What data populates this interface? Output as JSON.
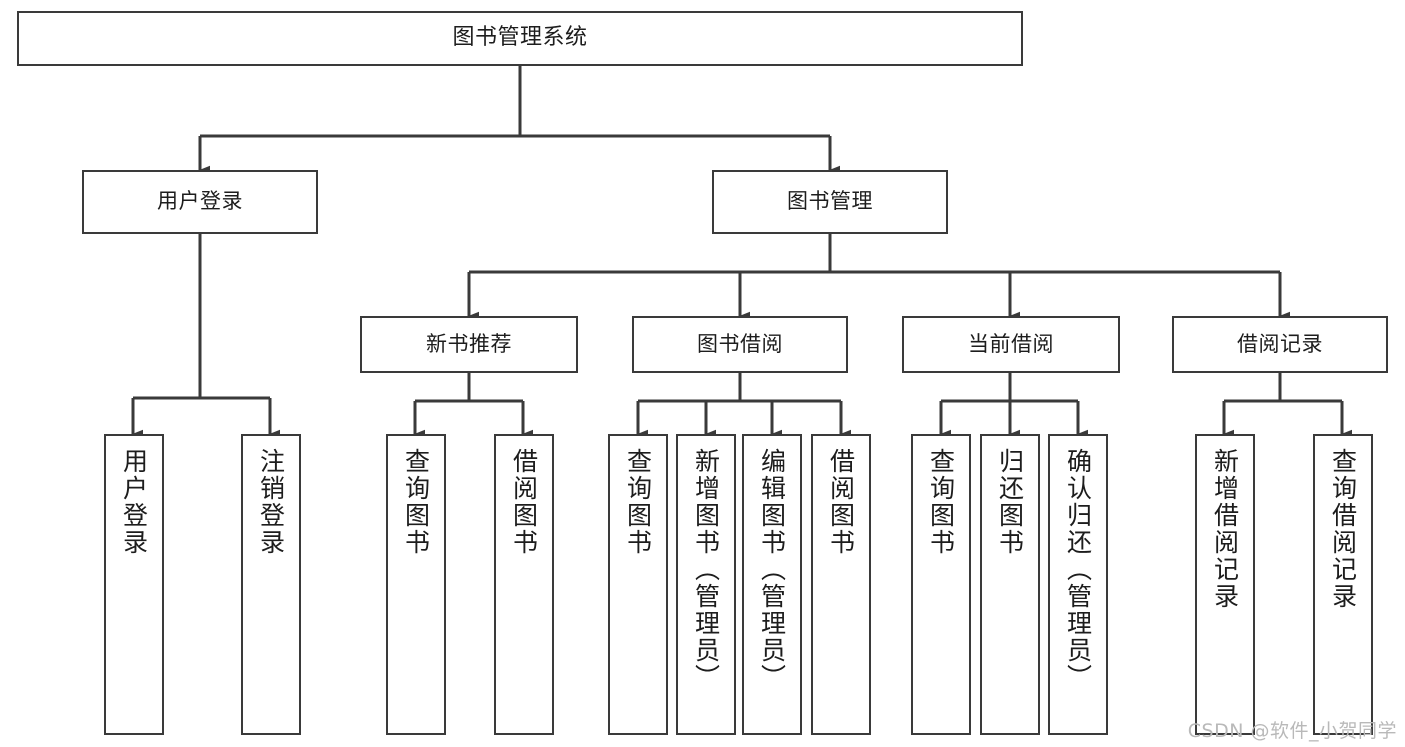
{
  "diagram": {
    "type": "tree",
    "title": "图书管理系统",
    "watermark": "CSDN @软件_小贺同学",
    "colors": {
      "stroke": "#3a3a3a",
      "fill": "#ffffff",
      "text": "#1d1d1d",
      "watermark": "#b9b9b9"
    },
    "root": {
      "label": "图书管理系统"
    },
    "level2": [
      {
        "id": "user-login",
        "label": "用户登录"
      },
      {
        "id": "book-manage",
        "label": "图书管理"
      }
    ],
    "level3": [
      {
        "id": "new-book-recommend",
        "label": "新书推荐",
        "parent": "book-manage"
      },
      {
        "id": "book-borrow",
        "label": "图书借阅",
        "parent": "book-manage"
      },
      {
        "id": "current-borrow",
        "label": "当前借阅",
        "parent": "book-manage"
      },
      {
        "id": "borrow-record",
        "label": "借阅记录",
        "parent": "book-manage"
      }
    ],
    "leaves": [
      {
        "id": "leaf-user-login",
        "label": "用户登录",
        "parent": "user-login"
      },
      {
        "id": "leaf-user-logout",
        "label": "注销登录",
        "parent": "user-login"
      },
      {
        "id": "leaf-query-book-1",
        "label": "查询图书",
        "parent": "new-book-recommend"
      },
      {
        "id": "leaf-borrow-book-1",
        "label": "借阅图书",
        "parent": "new-book-recommend"
      },
      {
        "id": "leaf-query-book-2",
        "label": "查询图书",
        "parent": "book-borrow"
      },
      {
        "id": "leaf-add-book",
        "label": "新增图书（管理员）",
        "parent": "book-borrow"
      },
      {
        "id": "leaf-edit-book",
        "label": "编辑图书（管理员）",
        "parent": "book-borrow"
      },
      {
        "id": "leaf-borrow-book-2",
        "label": "借阅图书",
        "parent": "book-borrow"
      },
      {
        "id": "leaf-query-book-3",
        "label": "查询图书",
        "parent": "current-borrow"
      },
      {
        "id": "leaf-return-book",
        "label": "归还图书",
        "parent": "current-borrow"
      },
      {
        "id": "leaf-confirm-return",
        "label": "确认归还（管理员）",
        "parent": "current-borrow"
      },
      {
        "id": "leaf-add-borrow-record",
        "label": "新增借阅记录",
        "parent": "borrow-record"
      },
      {
        "id": "leaf-query-borrow-record",
        "label": "查询借阅记录",
        "parent": "borrow-record"
      }
    ]
  }
}
